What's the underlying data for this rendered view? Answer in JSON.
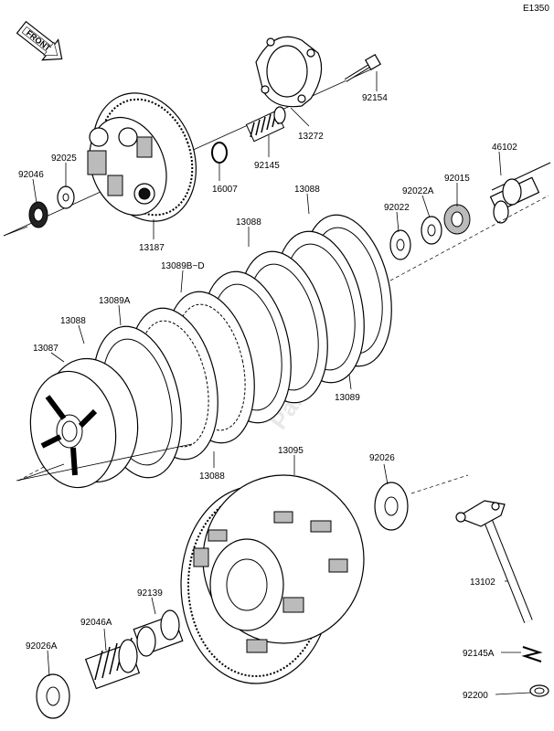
{
  "diagram_code": "E1350",
  "front_label": "FRONT",
  "watermark": "PartsRepublik",
  "parts": [
    {
      "id": "92154"
    },
    {
      "id": "13272"
    },
    {
      "id": "92145"
    },
    {
      "id": "16007"
    },
    {
      "id": "92025"
    },
    {
      "id": "92046"
    },
    {
      "id": "13187"
    },
    {
      "id": "46102"
    },
    {
      "id": "92015"
    },
    {
      "id": "92022A"
    },
    {
      "id": "92022"
    },
    {
      "id": "13088"
    },
    {
      "id": "13088"
    },
    {
      "id": "13089B~D"
    },
    {
      "id": "13089A"
    },
    {
      "id": "13088"
    },
    {
      "id": "13087"
    },
    {
      "id": "13089"
    },
    {
      "id": "13088"
    },
    {
      "id": "13095"
    },
    {
      "id": "92026"
    },
    {
      "id": "13102"
    },
    {
      "id": "92139"
    },
    {
      "id": "92046A"
    },
    {
      "id": "92026A"
    },
    {
      "id": "92145A"
    },
    {
      "id": "92200"
    }
  ]
}
